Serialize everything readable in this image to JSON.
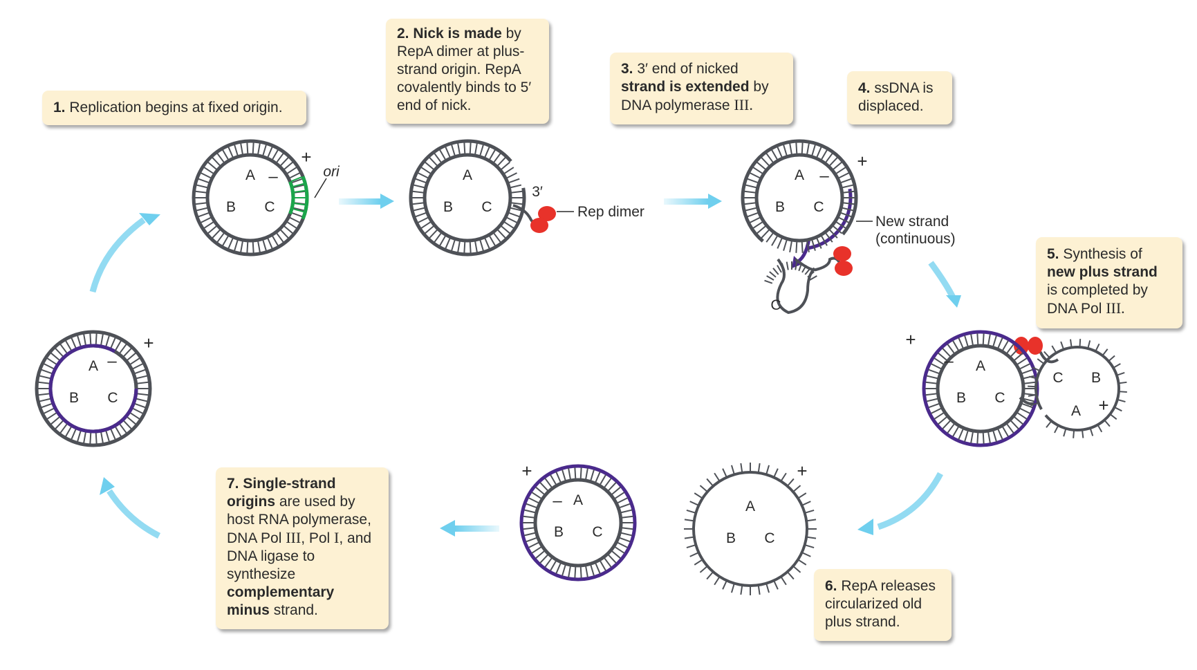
{
  "steps": {
    "s1": {
      "num": "1.",
      "text": "Replication begins at fixed origin."
    },
    "s2": {
      "num": "2.",
      "bold": "Nick is made",
      "text": "by RepA dimer at plus-strand origin. RepA covalently binds to 5′ end of nick."
    },
    "s3": {
      "num": "3.",
      "pre": "3′ end of nicked",
      "bold": "strand is extended",
      "post": "by DNA polymerase ",
      "roman": "III."
    },
    "s4": {
      "num": "4.",
      "text": "ssDNA is displaced."
    },
    "s5": {
      "num": "5.",
      "pre": "Synthesis of",
      "bold": "new plus strand",
      "post": "is completed by DNA Pol ",
      "roman": "III."
    },
    "s6": {
      "num": "6.",
      "text": "RepA releases circularized old plus strand."
    },
    "s7": {
      "num": "7.",
      "bold1": "Single-strand origins",
      "mid1": "are used by host RNA polymerase, DNA Pol ",
      "roman1": "III",
      "mid2": ", Pol ",
      "roman2": "I",
      "mid3": ", and DNA ligase to synthesize",
      "bold2": "complementary minus",
      "post": "strand."
    }
  },
  "labels": {
    "A": "A",
    "B": "B",
    "C": "C",
    "plus": "+",
    "minus": "–",
    "ori": "ori",
    "three_prime": "3′",
    "rep_dimer": "Rep dimer",
    "new_strand_1": "New strand",
    "new_strand_2": "(continuous)"
  },
  "colors": {
    "old_strand": "#4e5157",
    "new_strand": "#4a2a8c",
    "origin": "#1aa64a",
    "rep_protein": "#e8322a",
    "arrow": "#6fcfee",
    "box_fill": "#fdf1d3",
    "text": "#2a2a2a"
  }
}
